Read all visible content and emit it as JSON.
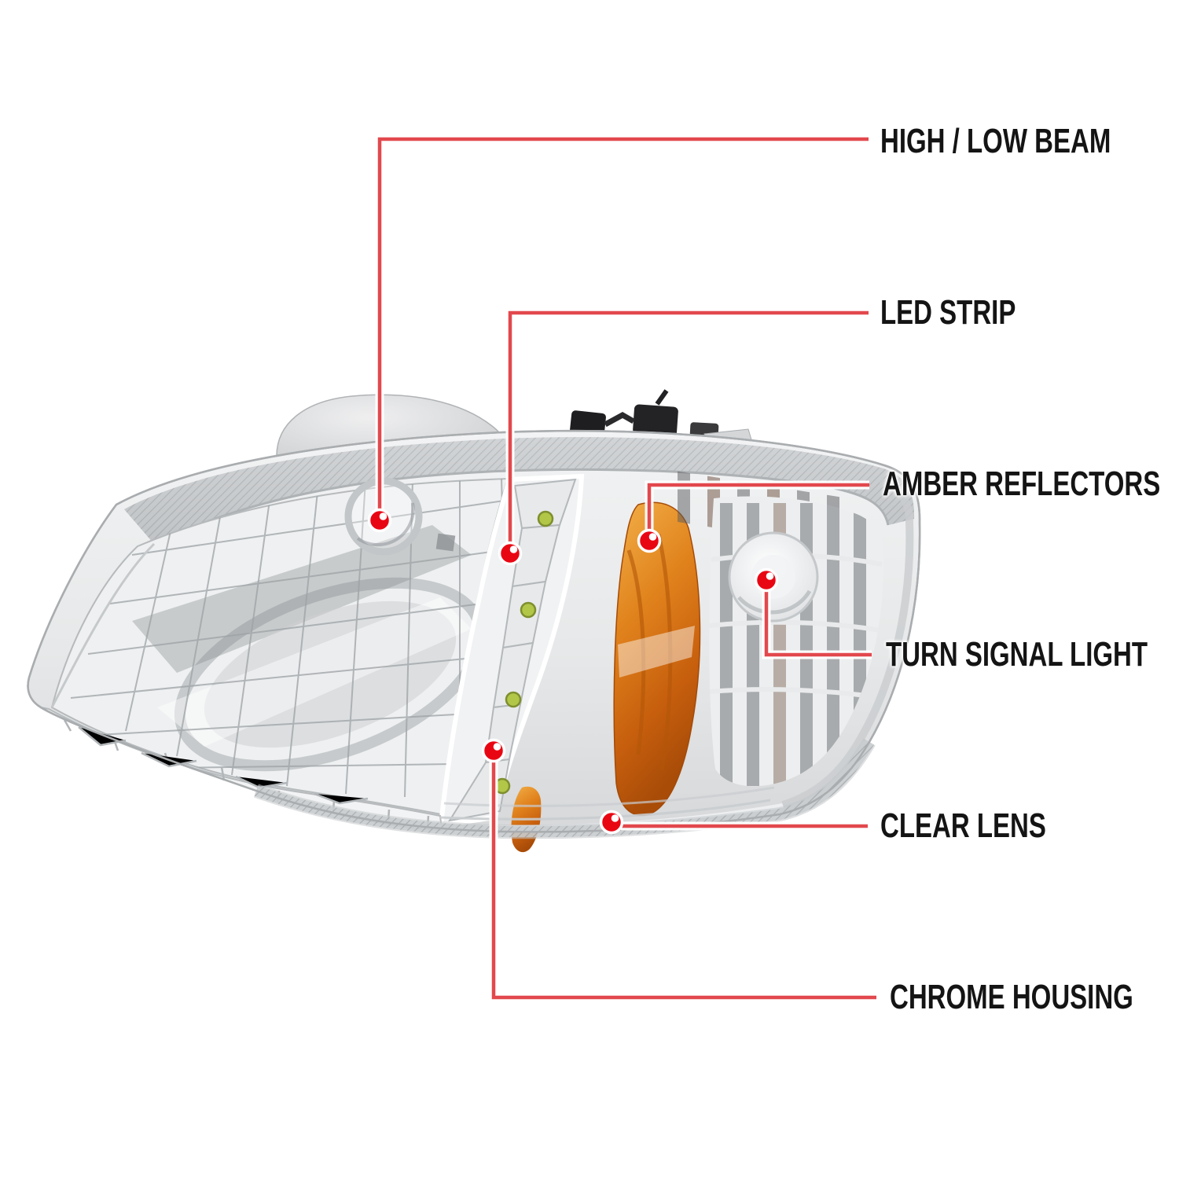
{
  "diagram": {
    "type": "product-callout-diagram",
    "subject_kind": "headlight-illustration",
    "labels": {
      "high_low_beam": "HIGH / LOW BEAM",
      "led_strip": "LED STRIP",
      "amber_reflectors": "AMBER REFLECTORS",
      "turn_signal_light": "TURN SIGNAL LIGHT",
      "clear_lens": "CLEAR LENS",
      "chrome_housing": "CHROME HOUSING"
    },
    "colors": {
      "background": "#ffffff",
      "label_text": "#141414",
      "callout_line": "#e2484d",
      "marker_dot": "#e90613",
      "amber": "#e0821c",
      "led_green": "#b2c648",
      "chrome_light": "#f0f1f2",
      "chrome_dark": "#b9bcbe"
    }
  }
}
